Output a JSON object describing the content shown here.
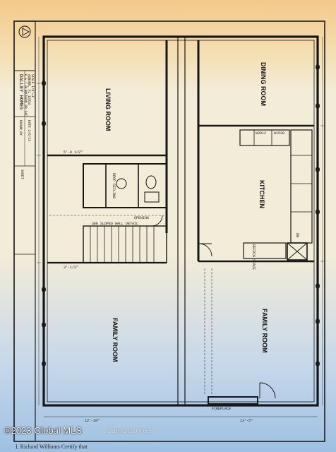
{
  "title_block": {
    "firm": "DALLEY HOMES",
    "address_1": "6 & 7 BLANCHARD RD SAC",
    "address_2": "AUBURN, FL 12834",
    "address_3": "SCALE 1/8\"=1'",
    "drawn_by": "DRAWN BY",
    "date": "DATE 2/6/13",
    "sheet": "SHEET"
  },
  "rooms": {
    "living": "LIVING ROOM",
    "dining": "DINING ROOM",
    "kitchen": "KITCHEN",
    "family_left": "FAMILY ROOM",
    "family_right": "FAMILY ROOM",
    "fireplace": "FIREPLACE"
  },
  "labels": {
    "refrig": "REFRIG SPACE",
    "drop_ceiling": "DROP CEILING",
    "sloped_wall": "SEE SLOPED WALL DETAIL",
    "opening": "OPENING",
    "dishwasher": "DW",
    "w3012": "W3012",
    "w1530": "W1530"
  },
  "dimensions": {
    "d1": "12'-10\"",
    "d2": "13'-5\"",
    "d3": "5'-0 1/2\"",
    "d4": "3'-1/2\""
  },
  "watermark": {
    "copyright": "©2023 Global MLS",
    "source": "CamScanner"
  },
  "certify_text": "I, Richard Williams Certify that"
}
